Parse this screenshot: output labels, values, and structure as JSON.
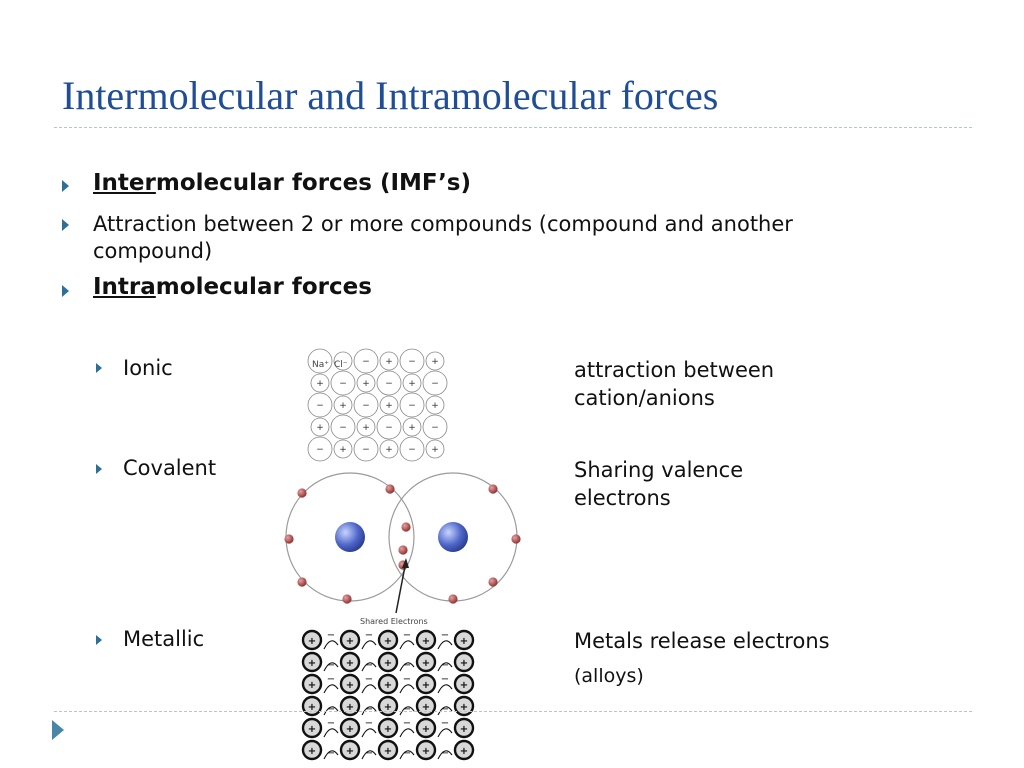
{
  "slide": {
    "title": "Intermolecular and Intramolecular forces",
    "bullets": {
      "b1": {
        "underlined": "Inter",
        "rest": "molecular forces (IMF’s)"
      },
      "b2": {
        "line1": "Attraction between 2 or more compounds (compound and another",
        "line2": "compound)"
      },
      "b3": {
        "underlined": "Intra",
        "rest": "molecular forces"
      }
    },
    "types": [
      {
        "name": "Ionic",
        "desc_line1": "attraction between",
        "desc_line2": "cation/anions"
      },
      {
        "name": "Covalent",
        "desc_line1": "Sharing valence",
        "desc_line2": "electrons"
      },
      {
        "name": "Metallic",
        "desc_line1": "Metals release electrons",
        "desc_line2": "(alloys)"
      }
    ],
    "ionic_image": {
      "label_na": "Na⁺",
      "label_cl": "Cl⁻",
      "plus": "+",
      "minus": "−"
    },
    "covalent_image": {
      "caption": "Shared Electrons"
    },
    "metallic_image": {
      "plus": "+",
      "minus": "−"
    },
    "colors": {
      "title": "#1f4e96",
      "bullet": "#2e6f95",
      "nucleus": "#4f67c9",
      "electron": "#a43d3d"
    }
  }
}
